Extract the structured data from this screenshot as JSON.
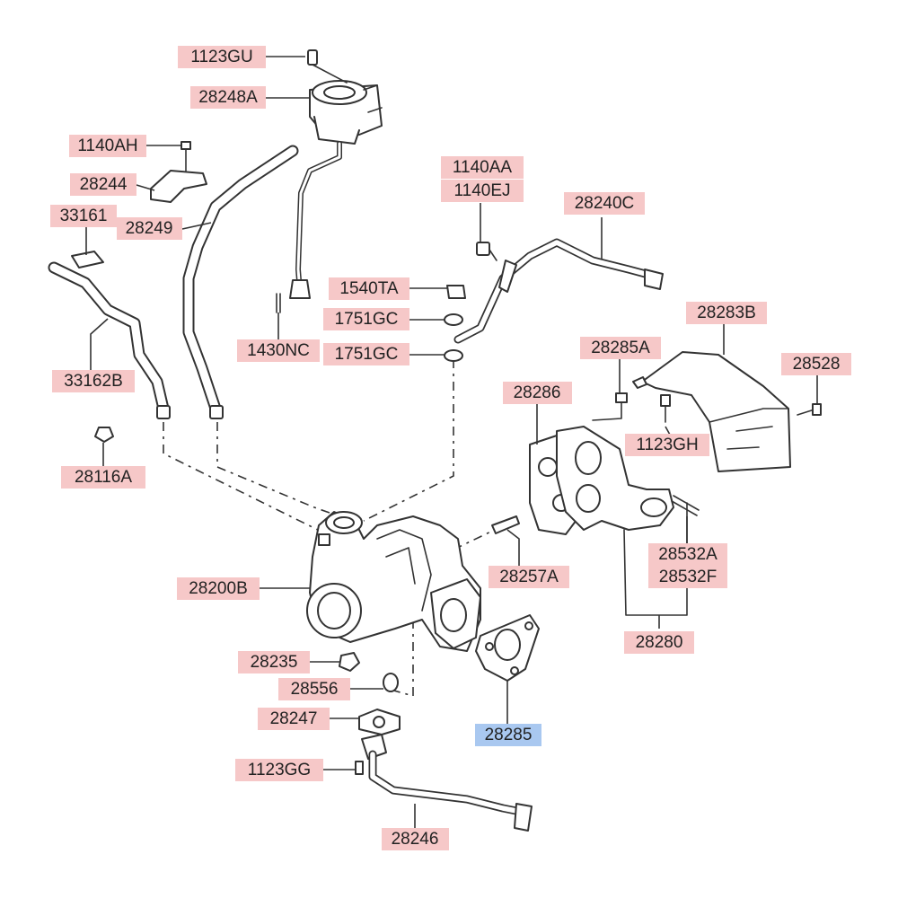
{
  "colors": {
    "label_fill": "#f6c8c8",
    "label_highlight_fill": "#a9c8f0",
    "line": "#333333",
    "background": "#ffffff"
  },
  "labels": {
    "p1123GU": "1123GU",
    "p28248A": "28248A",
    "p1140AH": "1140AH",
    "p28244": "28244",
    "p33161": "33161",
    "p28249": "28249",
    "p1140AA": "1140AA",
    "p1140EJ": "1140EJ",
    "p28240C": "28240C",
    "p1540TA": "1540TA",
    "p1751GC_a": "1751GC",
    "p1430NC": "1430NC",
    "p1751GC_b": "1751GC",
    "p28283B": "28283B",
    "p33162B": "33162B",
    "p28285A": "28285A",
    "p28528": "28528",
    "p28286": "28286",
    "p1123GH": "1123GH",
    "p28116A": "28116A",
    "p28532A": "28532A",
    "p28532F": "28532F",
    "p28257A": "28257A",
    "p28200B": "28200B",
    "p28280": "28280",
    "p28235": "28235",
    "p28556": "28556",
    "p28247": "28247",
    "p28285": "28285",
    "p1123GG": "1123GG",
    "p28246": "28246"
  }
}
